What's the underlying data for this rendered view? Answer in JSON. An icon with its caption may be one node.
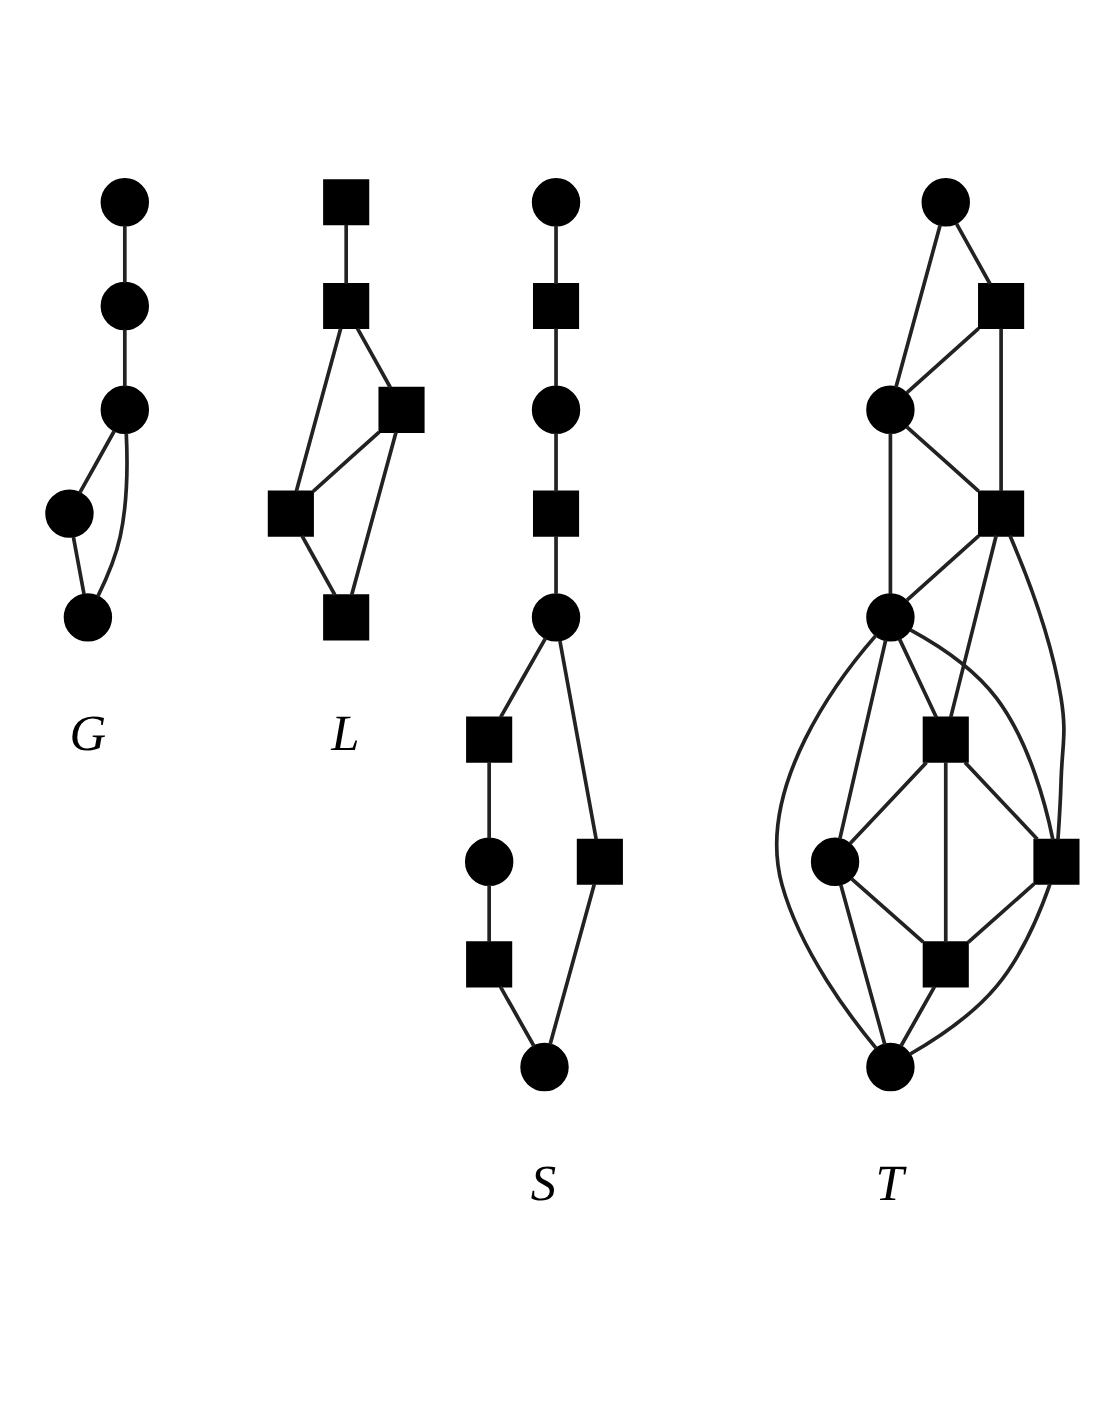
{
  "diagram": {
    "nodes": [
      {
        "text": [],
        "shape": "circle"
      },
      {
        "text": [],
        "shape": "circle"
      },
      {
        "text": [],
        "shape": "circle"
      },
      {
        "text": [],
        "shape": "circle"
      },
      {
        "text": [],
        "shape": "circle"
      },
      {
        "text": [],
        "shape": "box"
      },
      {
        "text": [],
        "shape": "box"
      },
      {
        "text": [],
        "shape": "box"
      },
      {
        "text": [],
        "shape": "box"
      },
      {
        "text": [],
        "shape": "box"
      },
      {
        "text": [],
        "shape": "circle"
      },
      {
        "text": [],
        "shape": "box"
      },
      {
        "text": [],
        "shape": "circle"
      },
      {
        "text": [],
        "shape": "box"
      },
      {
        "text": [],
        "shape": "circle"
      },
      {
        "text": [],
        "shape": "box"
      },
      {
        "text": [],
        "shape": "box"
      },
      {
        "text": [],
        "shape": "circle"
      },
      {
        "text": [],
        "shape": "box"
      },
      {
        "text": [],
        "shape": "circle"
      },
      {
        "text": [],
        "shape": "circle"
      },
      {
        "text": [],
        "shape": "box"
      },
      {
        "text": [],
        "shape": "circle"
      },
      {
        "text": [],
        "shape": "box"
      },
      {
        "text": [],
        "shape": "circle"
      },
      {
        "text": [],
        "shape": "box"
      },
      {
        "text": [],
        "shape": "box"
      },
      {
        "text": [],
        "shape": "circle"
      },
      {
        "text": [],
        "shape": "box"
      },
      {
        "text": [],
        "shape": "circle"
      }
    ],
    "edges": [
      {
        "from": 0,
        "to": 1,
        "arrow": "none"
      },
      {
        "from": 1,
        "to": 2,
        "arrow": "none"
      },
      {
        "from": 2,
        "to": 3,
        "arrow": "none"
      },
      {
        "from": 2,
        "to": 4,
        "arrow": "none"
      },
      {
        "from": 3,
        "to": 4,
        "arrow": "none"
      },
      {
        "from": 5,
        "to": 6,
        "arrow": "none"
      },
      {
        "from": 6,
        "to": 7,
        "arrow": "none"
      },
      {
        "from": 6,
        "to": 8,
        "arrow": "none"
      },
      {
        "from": 7,
        "to": 8,
        "arrow": "none"
      },
      {
        "from": 7,
        "to": 9,
        "arrow": "none"
      },
      {
        "from": 8,
        "to": 9,
        "arrow": "none"
      },
      {
        "from": 10,
        "to": 11,
        "arrow": "none"
      },
      {
        "from": 11,
        "to": 12,
        "arrow": "none"
      },
      {
        "from": 12,
        "to": 13,
        "arrow": "none"
      },
      {
        "from": 13,
        "to": 14,
        "arrow": "none"
      },
      {
        "from": 14,
        "to": 15,
        "arrow": "none"
      },
      {
        "from": 14,
        "to": 16,
        "arrow": "none"
      },
      {
        "from": 15,
        "to": 17,
        "arrow": "none"
      },
      {
        "from": 16,
        "to": 19,
        "arrow": "none"
      },
      {
        "from": 17,
        "to": 18,
        "arrow": "none"
      },
      {
        "from": 18,
        "to": 19,
        "arrow": "none"
      },
      {
        "from": 20,
        "to": 21,
        "arrow": "none"
      },
      {
        "from": 21,
        "to": 22,
        "arrow": "none"
      },
      {
        "from": 22,
        "to": 23,
        "arrow": "none"
      },
      {
        "from": 23,
        "to": 24,
        "arrow": "none"
      },
      {
        "from": 24,
        "to": 25,
        "arrow": "none"
      },
      {
        "from": 24,
        "to": 26,
        "arrow": "none"
      },
      {
        "from": 25,
        "to": 27,
        "arrow": "none"
      },
      {
        "from": 26,
        "to": 29,
        "arrow": "none"
      },
      {
        "from": 27,
        "to": 28,
        "arrow": "none"
      },
      {
        "from": 28,
        "to": 29,
        "arrow": "none"
      },
      {
        "from": 20,
        "to": 22,
        "arrow": "none"
      },
      {
        "from": 22,
        "to": 24,
        "arrow": "none"
      },
      {
        "from": 24,
        "to": 27,
        "arrow": "none"
      },
      {
        "from": 24,
        "to": 29,
        "arrow": "none"
      },
      {
        "from": 27,
        "to": 29,
        "arrow": "none"
      },
      {
        "from": 21,
        "to": 23,
        "arrow": "none"
      },
      {
        "from": 23,
        "to": 25,
        "arrow": "none"
      },
      {
        "from": 23,
        "to": 26,
        "arrow": "none"
      },
      {
        "from": 25,
        "to": 26,
        "arrow": "none"
      },
      {
        "from": 25,
        "to": 28,
        "arrow": "none"
      },
      {
        "from": 26,
        "to": 28,
        "arrow": "none"
      }
    ],
    "labels": [
      "G",
      "L",
      "S",
      "T"
    ]
  }
}
